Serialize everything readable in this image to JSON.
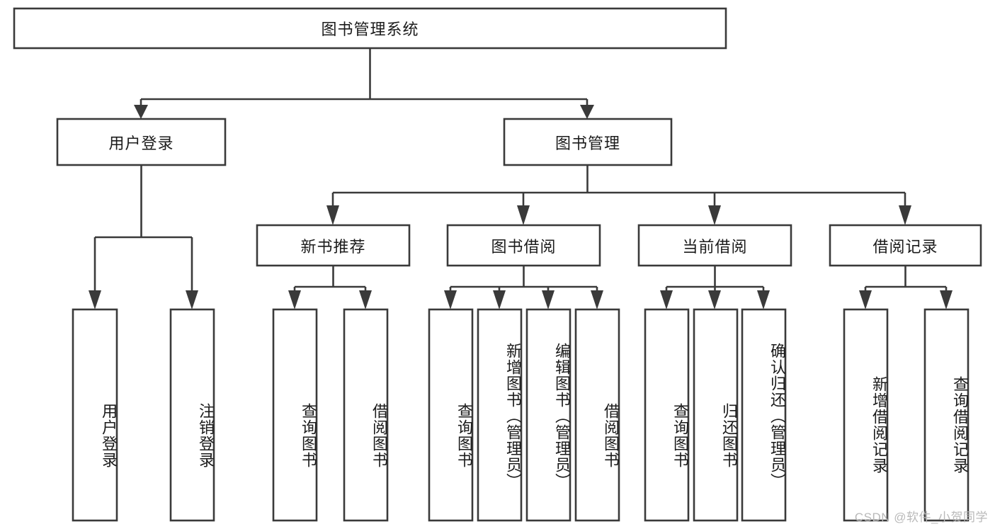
{
  "diagram": {
    "type": "tree",
    "title": "图书管理系统",
    "watermark": "CSDN @软件_小贺同学",
    "colors": {
      "stroke": "#3a3a3a",
      "fill": "#ffffff",
      "text": "#1b1b1b",
      "watermark": "#b9b9b9",
      "background": "#ffffff"
    },
    "nodes": {
      "root": {
        "label": "图书管理系统",
        "orientation": "horizontal"
      },
      "l1": [
        {
          "label": "用户登录",
          "orientation": "horizontal"
        },
        {
          "label": "图书管理",
          "orientation": "horizontal"
        }
      ],
      "l2": [
        {
          "label": "新书推荐",
          "orientation": "horizontal"
        },
        {
          "label": "图书借阅",
          "orientation": "horizontal"
        },
        {
          "label": "当前借阅",
          "orientation": "horizontal"
        },
        {
          "label": "借阅记录",
          "orientation": "horizontal"
        }
      ],
      "leaves": {
        "user_login": [
          {
            "label": "用户登录",
            "orientation": "vertical"
          },
          {
            "label": "注销登录",
            "orientation": "vertical"
          }
        ],
        "new_book_recommend": [
          {
            "label": "查询图书",
            "orientation": "vertical"
          },
          {
            "label": "借阅图书",
            "orientation": "vertical"
          }
        ],
        "book_borrow": [
          {
            "label": "查询图书",
            "orientation": "vertical"
          },
          {
            "label": "新增图书（管理员）",
            "orientation": "vertical"
          },
          {
            "label": "编辑图书（管理员）",
            "orientation": "vertical"
          },
          {
            "label": "借阅图书",
            "orientation": "vertical"
          }
        ],
        "current_borrow": [
          {
            "label": "查询图书",
            "orientation": "vertical"
          },
          {
            "label": "归还图书",
            "orientation": "vertical"
          },
          {
            "label": "确认归还（管理员）",
            "orientation": "vertical"
          }
        ],
        "borrow_record": [
          {
            "label": "新增借阅记录",
            "orientation": "vertical"
          },
          {
            "label": "查询借阅记录",
            "orientation": "vertical"
          }
        ]
      }
    },
    "edges": [
      {
        "from": "图书管理系统",
        "to": "用户登录"
      },
      {
        "from": "图书管理系统",
        "to": "图书管理"
      },
      {
        "from": "图书管理",
        "to": "新书推荐"
      },
      {
        "from": "图书管理",
        "to": "图书借阅"
      },
      {
        "from": "图书管理",
        "to": "当前借阅"
      },
      {
        "from": "图书管理",
        "to": "借阅记录"
      },
      {
        "from": "用户登录",
        "to": "用户登录"
      },
      {
        "from": "用户登录",
        "to": "注销登录"
      },
      {
        "from": "新书推荐",
        "to": "查询图书"
      },
      {
        "from": "新书推荐",
        "to": "借阅图书"
      },
      {
        "from": "图书借阅",
        "to": "查询图书"
      },
      {
        "from": "图书借阅",
        "to": "新增图书（管理员）"
      },
      {
        "from": "图书借阅",
        "to": "编辑图书（管理员）"
      },
      {
        "from": "图书借阅",
        "to": "借阅图书"
      },
      {
        "from": "当前借阅",
        "to": "查询图书"
      },
      {
        "from": "当前借阅",
        "to": "归还图书"
      },
      {
        "from": "当前借阅",
        "to": "确认归还（管理员）"
      },
      {
        "from": "借阅记录",
        "to": "新增借阅记录"
      },
      {
        "from": "借阅记录",
        "to": "查询借阅记录"
      }
    ]
  }
}
